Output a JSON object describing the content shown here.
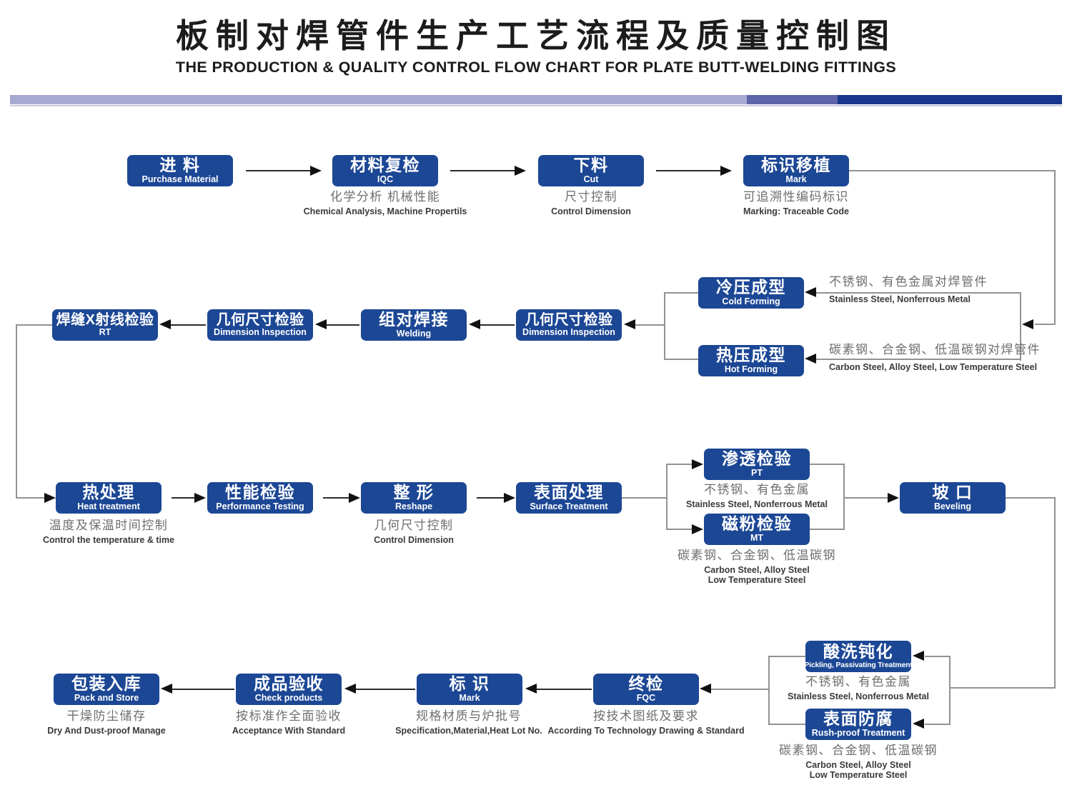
{
  "header": {
    "title_cn": "板制对焊管件生产工艺流程及质量控制图",
    "title_en": "THE PRODUCTION & QUALITY CONTROL FLOW CHART FOR PLATE BUTT-WELDING FITTINGS"
  },
  "colors": {
    "box_blue": "#1c4795",
    "bar_light": "#a8a9d3",
    "bar_mid": "#5d64a9",
    "bar_dark": "#16378d"
  },
  "flow": {
    "purchase": {
      "cn": "进 料",
      "en": "Purchase Material"
    },
    "iqc": {
      "cn": "材料复检",
      "en": "IQC",
      "note_cn": "化学分析  机械性能",
      "note_en": "Chemical  Analysis,  Machine Propertils"
    },
    "cut": {
      "cn": "下料",
      "en": "Cut",
      "note_cn": "尺寸控制",
      "note_en": "Control Dimension"
    },
    "mark_transfer": {
      "cn": "标识移植",
      "en": "Mark",
      "note_cn": "可追溯性编码标识",
      "note_en": "Marking:  Traceable  Code"
    },
    "cold_forming": {
      "cn": "冷压成型",
      "en": "Cold Forming",
      "note_cn": "不锈钢、有色金属对焊管件",
      "note_en": "Stainless Steel, Nonferrous Metal"
    },
    "hot_forming": {
      "cn": "热压成型",
      "en": "Hot Forming",
      "note_cn": "碳素钢、合金钢、低温碳钢对焊管件",
      "note_en": "Carbon Steel, Alloy Steel, Low Temperature Steel"
    },
    "dim_inspection_1": {
      "cn": "几何尺寸检验",
      "en": "Dimension Inspection"
    },
    "welding": {
      "cn": "组对焊接",
      "en": "Welding"
    },
    "dim_inspection_2": {
      "cn": "几何尺寸检验",
      "en": "Dimension Inspection"
    },
    "rt": {
      "cn": "焊缝X射线检验",
      "en": "RT"
    },
    "heat_treatment": {
      "cn": "热处理",
      "en": "Heat treatment",
      "note_cn": "温度及保温时间控制",
      "note_en": "Control the  temperature  &  time"
    },
    "performance": {
      "cn": "性能检验",
      "en": "Performance Testing"
    },
    "reshape": {
      "cn": "整  形",
      "en": "Reshape",
      "note_cn": "几何尺寸控制",
      "note_en": "Control Dimension"
    },
    "surface": {
      "cn": "表面处理",
      "en": "Surface  Treatment"
    },
    "pt": {
      "cn": "渗透检验",
      "en": "PT",
      "note_cn": "不锈钢、有色金属",
      "note_en": "Stainless Steel, Nonferrous Metal"
    },
    "mt": {
      "cn": "磁粉检验",
      "en": "MT",
      "note_cn": "碳素钢、合金钢、低温碳钢",
      "note_en": "Carbon Steel, Alloy Steel",
      "note_en2": "Low Temperature Steel"
    },
    "beveling": {
      "cn": "坡  口",
      "en": "Beveling"
    },
    "pickling": {
      "cn": "酸洗钝化",
      "en": "Pickling, Passivating  Treatment",
      "note_cn": "不锈钢、有色金属",
      "note_en": "Stainless Steel, Nonferrous Metal"
    },
    "rustproof": {
      "cn": "表面防腐",
      "en": "Rush-proof Treatment",
      "note_cn": "碳素钢、合金钢、低温碳钢",
      "note_en": "Carbon Steel, Alloy Steel",
      "note_en2": "Low Temperature Steel"
    },
    "fqc": {
      "cn": "终检",
      "en": "FQC",
      "note_cn": "按技术图纸及要求",
      "note_en": "According To Technology Drawing &  Standard"
    },
    "final_mark": {
      "cn": "标  识",
      "en": "Mark",
      "note_cn": "规格材质与炉批号",
      "note_en": "Specification,Material,Heat Lot No."
    },
    "check": {
      "cn": "成品验收",
      "en": "Check products",
      "note_cn": "按标准作全面验收",
      "note_en": "Acceptance  With  Standard"
    },
    "pack": {
      "cn": "包装入库",
      "en": "Pack and Store",
      "note_cn": "干燥防尘储存",
      "note_en": "Dry  And Dust-proof  Manage"
    }
  }
}
